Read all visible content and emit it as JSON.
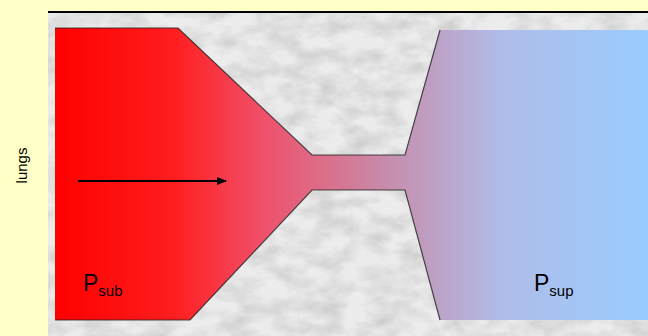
{
  "diagram": {
    "labels": [
      "lungs",
      "P",
      "sub",
      "P",
      "sup"
    ]
  }
}
